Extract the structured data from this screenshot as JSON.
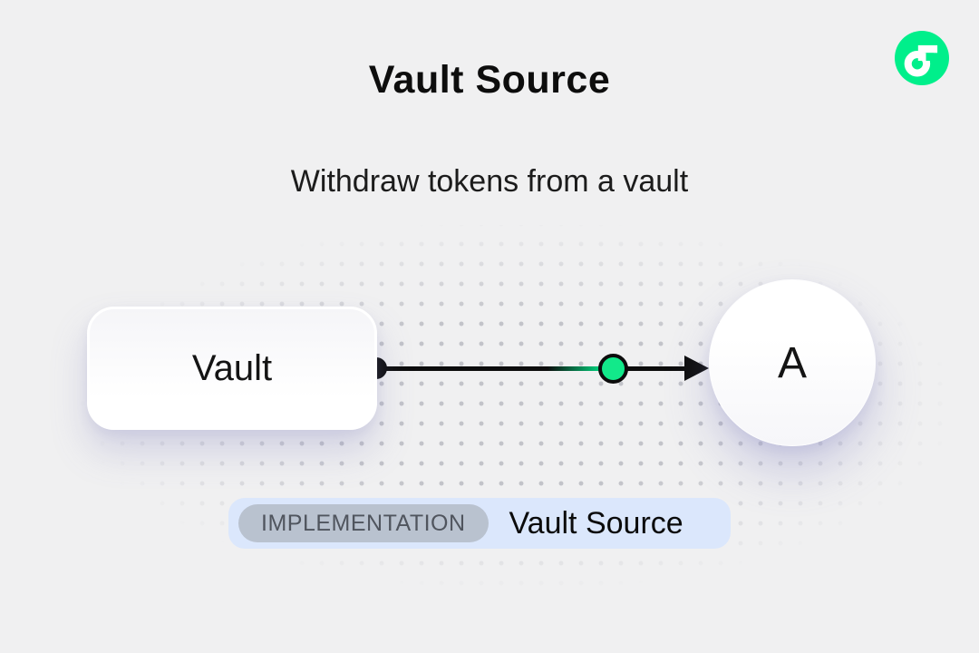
{
  "header": {
    "title": "Vault Source",
    "subtitle": "Withdraw tokens from a vault"
  },
  "logo": {
    "name": "Flow",
    "brand_color": "#00EF8B"
  },
  "diagram": {
    "vault_node": {
      "label": "Vault"
    },
    "account_node": {
      "label": "A"
    },
    "edge": {
      "line_color": "#0d0d0d",
      "token_color": "#12E98A",
      "direction": "left-to-right"
    }
  },
  "badge": {
    "tag": "IMPLEMENTATION",
    "label": "Vault Source"
  },
  "colors": {
    "background": "#f0f0f1",
    "accent_green": "#00EF8B",
    "badge_bg": "#dbe7fc",
    "tag_bg": "#b9c2cf",
    "dot_grid": "#bfc0c6"
  }
}
